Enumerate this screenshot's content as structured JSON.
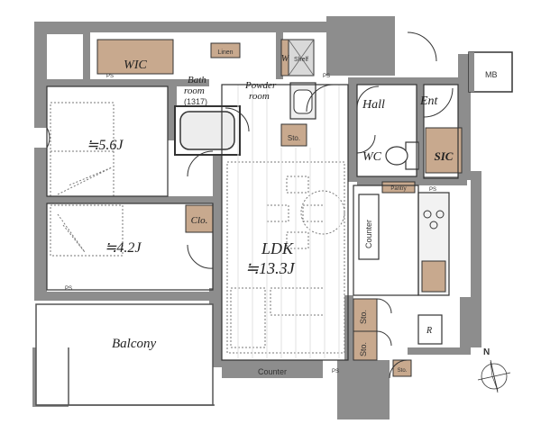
{
  "rooms": {
    "wic": "WIC",
    "linen": "Linen",
    "w": "W",
    "shelf": "Shelf",
    "bath_line1": "Bath",
    "bath_line2": "room",
    "bath_line3": "(1317)",
    "powder_line1": "Powder",
    "powder_line2": "room",
    "sto_powder": "Sto.",
    "hall": "Hall",
    "ent": "Ent",
    "wc": "WC",
    "sic": "SIC",
    "mb": "MB",
    "pantry": "Pantry",
    "bedroom1": "≒5.6J",
    "bedroom2": "≒4.2J",
    "clo": "Clo.",
    "ldk_line1": "LDK",
    "ldk_line2": "≒13.3J",
    "counter_vertical": "Counter",
    "counter_bottom": "Counter",
    "sto_a": "Sto.",
    "sto_b": "Sto.",
    "sto_c": "Sto.",
    "r": "R",
    "balcony": "Balcony",
    "ps1": "PS",
    "ps2": "PS",
    "ps3": "PS",
    "ps4": "PS",
    "ps5": "PS"
  },
  "compass": {
    "north": "N"
  },
  "colors": {
    "wall": "#8a8a8a",
    "wall_dark": "#6f6f6f",
    "storage": "#c8a98e",
    "line": "#333333"
  }
}
